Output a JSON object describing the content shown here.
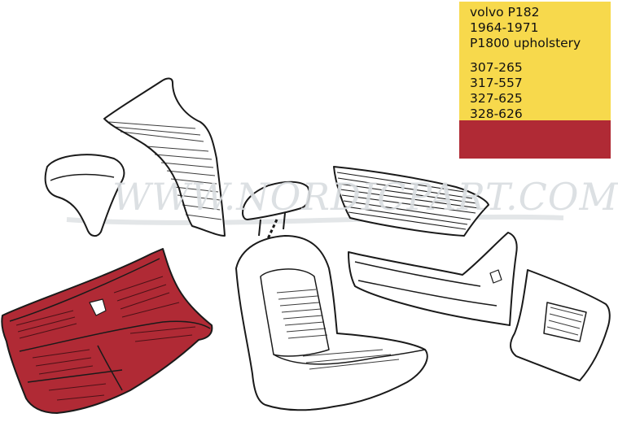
{
  "label": {
    "model": "volvo P182",
    "years": "1964-1971",
    "title": "P1800 upholstery",
    "codes": [
      "307-265",
      "317-557",
      "327-625",
      "328-626"
    ]
  },
  "colors": {
    "label_background": "#f7d94c",
    "upholstery_color": "#b02a35",
    "line_art": "#1a1a1a"
  },
  "watermark": "WWW.NORDICPART.COM",
  "parts": [
    {
      "id": "rear-seat",
      "highlighted": true
    },
    {
      "id": "rear-side-panel",
      "highlighted": false
    },
    {
      "id": "wheel-arch-cover",
      "highlighted": false
    },
    {
      "id": "headrest",
      "highlighted": false
    },
    {
      "id": "front-seat",
      "highlighted": false
    },
    {
      "id": "rear-quarter-panel",
      "highlighted": false
    },
    {
      "id": "door-panel",
      "highlighted": false
    },
    {
      "id": "kick-panel",
      "highlighted": false
    }
  ]
}
